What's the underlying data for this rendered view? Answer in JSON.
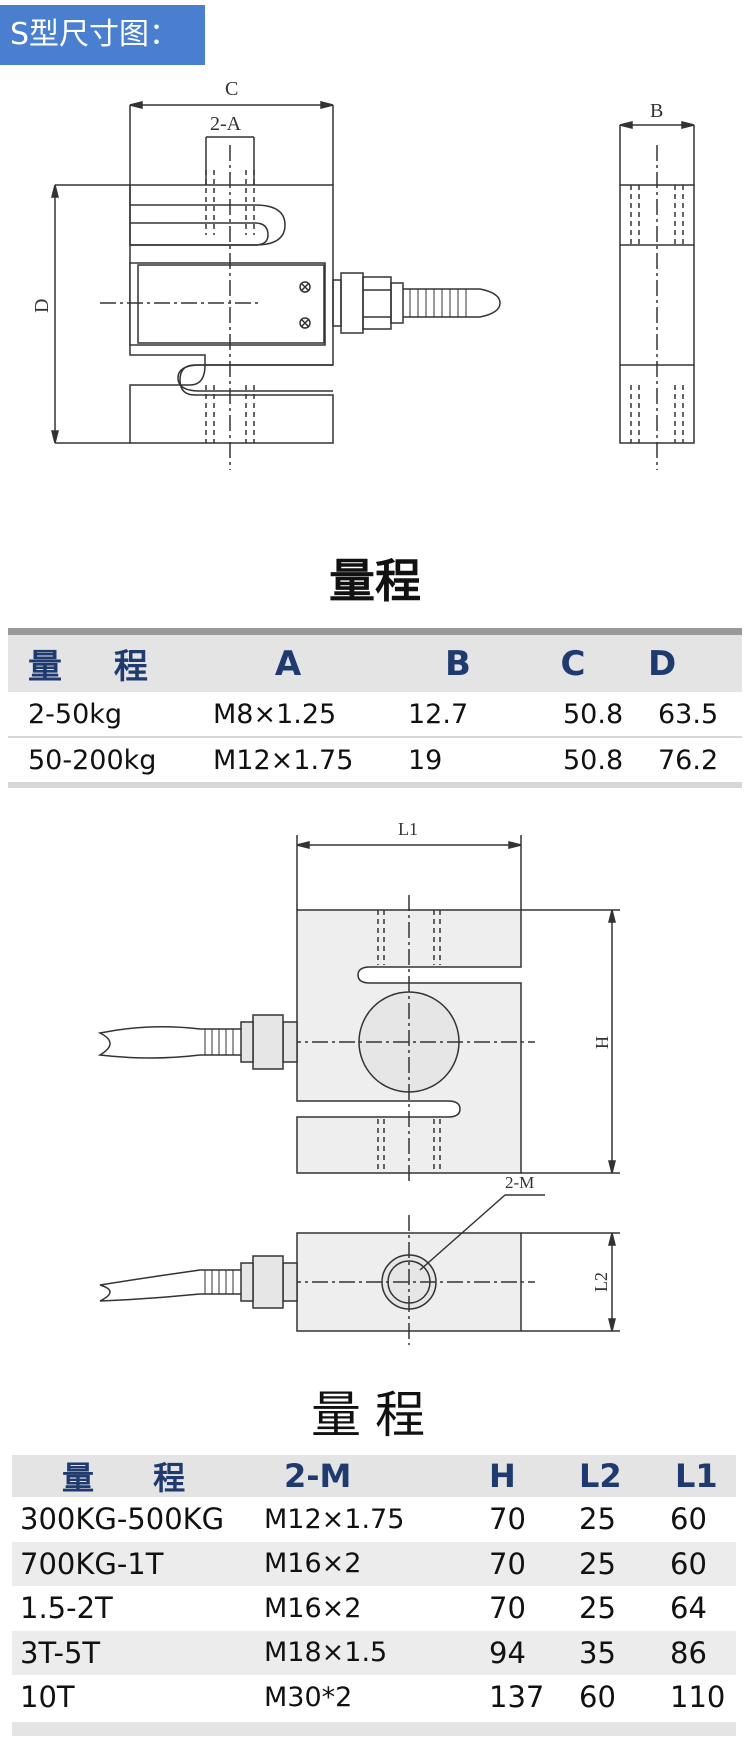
{
  "header": {
    "label": "S型尺寸图："
  },
  "drawing1": {
    "dim_c": "C",
    "dim_2a": "2-A",
    "dim_d": "D",
    "dim_b": "B"
  },
  "section1": {
    "title": "量程"
  },
  "table1": {
    "headers": [
      "量 程",
      "A",
      "B",
      "C",
      "D"
    ],
    "rows": [
      [
        "2-50kg",
        "M8×1.25",
        "12.7",
        "50.8",
        "63.5"
      ],
      [
        "50-200kg",
        "M12×1.75",
        "19",
        "50.8",
        "76.2"
      ]
    ]
  },
  "drawing2": {
    "dim_l1": "L1",
    "dim_h": "H",
    "dim_2m": "2-M",
    "dim_l2": "L2"
  },
  "section2": {
    "title": "量程"
  },
  "table2": {
    "headers": [
      "量 程",
      "2-M",
      "H",
      "L2",
      "L1"
    ],
    "rows": [
      [
        "300KG-500KG",
        "M12×1.75",
        "70",
        "25",
        "60"
      ],
      [
        "700KG-1T",
        "M16×2",
        "70",
        "25",
        "60"
      ],
      [
        "1.5-2T",
        "M16×2",
        "70",
        "25",
        "64"
      ],
      [
        "3T-5T",
        "M18×1.5",
        "94",
        "35",
        "86"
      ],
      [
        "10T",
        "M30*2",
        "137",
        "60",
        "110"
      ]
    ]
  }
}
